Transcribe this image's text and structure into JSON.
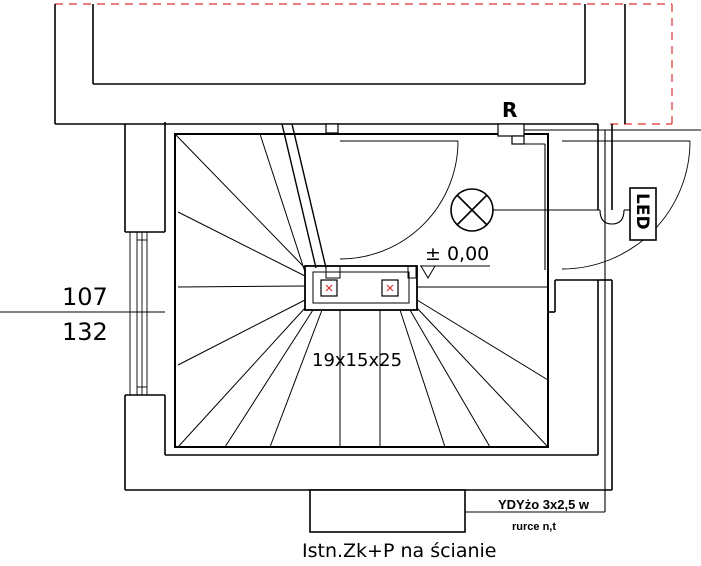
{
  "labels": {
    "switch_mark": "R",
    "led_label": "LED",
    "level_mark": "± 0,00",
    "window_top": "107",
    "window_bottom": "132",
    "stair_dims": "19x15x25",
    "cable_line1": "YDYżo 3x2,5 w",
    "cable_line2": "rurce n,t",
    "panel_label": "Istn.Zk+P na ścianie"
  },
  "colors": {
    "line": "#000000",
    "dashed_boundary": "#e03030",
    "marker": "#e03030"
  }
}
